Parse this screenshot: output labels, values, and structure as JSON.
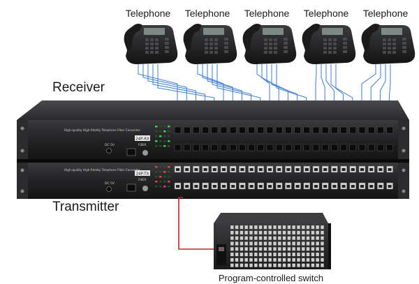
{
  "telephones": [
    {
      "label": "Telephone"
    },
    {
      "label": "Telephone"
    },
    {
      "label": "Telephone"
    },
    {
      "label": "Telephone"
    },
    {
      "label": "Telephone"
    }
  ],
  "receiver": {
    "label": "Receiver",
    "caption": "High-quality High-fidelity Telephone Fiber Converter",
    "model": "24P-RX",
    "fiber_label": "FIBER",
    "power_label": "DC 5V"
  },
  "transmitter": {
    "label": "Transmitter",
    "caption": "High-quality High-fidelity Telephone Fiber Converter",
    "model": "24P-TX",
    "fiber_label": "FIBER",
    "power_label": "DC 5V"
  },
  "switch": {
    "label": "Program-controlled switch"
  },
  "colors": {
    "phone_wire": "#3a7bd5",
    "switch_wire": "#c0262d",
    "chassis": "#1f1f21"
  }
}
